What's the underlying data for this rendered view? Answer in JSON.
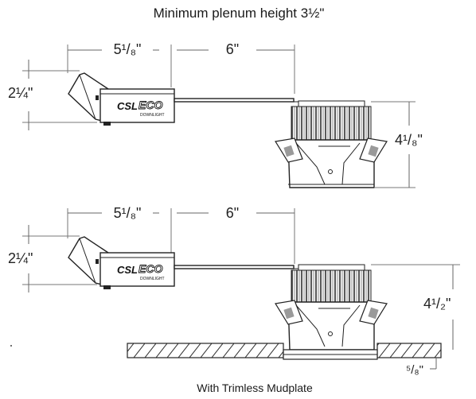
{
  "title": "Minimum plenum height  3½\"",
  "caption": "With Trimless Mudplate",
  "top_view": {
    "box_width": "5¹/₈\"",
    "cable_length": "6\"",
    "box_height": "2¼\"",
    "fixture_height": "4¹/₈\""
  },
  "bottom_view": {
    "box_width": "5¹/₈\"",
    "cable_length": "6\"",
    "box_height": "2¼\"",
    "fixture_height": "4¹/₂\"",
    "mudplate_depth": "⁵/₈\""
  },
  "logo_text": "CSL ECO DOWNLIGHT",
  "colors": {
    "line": "#222222",
    "dim": "#666666",
    "fin_shade": "#9a9a9a"
  }
}
